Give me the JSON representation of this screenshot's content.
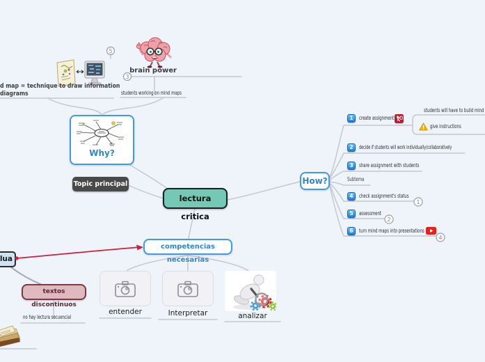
{
  "map": {
    "background": "#eff3fa",
    "line_color": "#c3c8d2",
    "accent_blue": "#2e86d4",
    "relationship_red": "#d0203a",
    "central_fill": "#74c8b5"
  },
  "topics": {
    "central": {
      "label": "lectura critica"
    },
    "topic_principal": {
      "label": "Topic principal"
    },
    "why": {
      "label": "Why?"
    },
    "how": {
      "label": "How?"
    },
    "competencias": {
      "label": "competencias necesarias"
    },
    "evalua": {
      "label": "alua"
    },
    "textos_discontinuos": {
      "label": "textos discontinuos"
    },
    "no_hay_lectura": {
      "label": "no hay lectura secuencial"
    },
    "entender": {
      "label": "entender"
    },
    "interpretar": {
      "label": "Interpretar"
    },
    "analizar": {
      "label": "analizar"
    },
    "mindmap_definition": {
      "line1": "d map = technique to draw information",
      "line2": "diagrams"
    },
    "brain_power": {
      "label": "brain power"
    },
    "students_working": {
      "label": "students working on mind maps"
    },
    "subtema": {
      "label": "Subtema"
    }
  },
  "how_steps": [
    {
      "num": "1",
      "label": "create assignment"
    },
    {
      "num": "2",
      "label": "decide if students will work individually/collaboratively"
    },
    {
      "num": "3",
      "label": "share assignment with students"
    },
    {
      "num": "4",
      "label": "check assignment's status",
      "count_badge": "1"
    },
    {
      "num": "5",
      "label": "assessment",
      "count_badge": "2"
    },
    {
      "num": "6",
      "label": "turn mind maps into presentations",
      "count_badge": "4"
    }
  ],
  "step1_children": {
    "students_build": "students will have to build mind",
    "give_instructions": "give instructions"
  },
  "count_badges": {
    "why_top": "5",
    "brain_power": "3"
  },
  "icons": {
    "step1": "presenter-icon",
    "step6": "youtube-icon",
    "give_instructions": "warning-icon",
    "entender": "camera-placeholder-icon",
    "interpretar": "camera-placeholder-icon"
  }
}
